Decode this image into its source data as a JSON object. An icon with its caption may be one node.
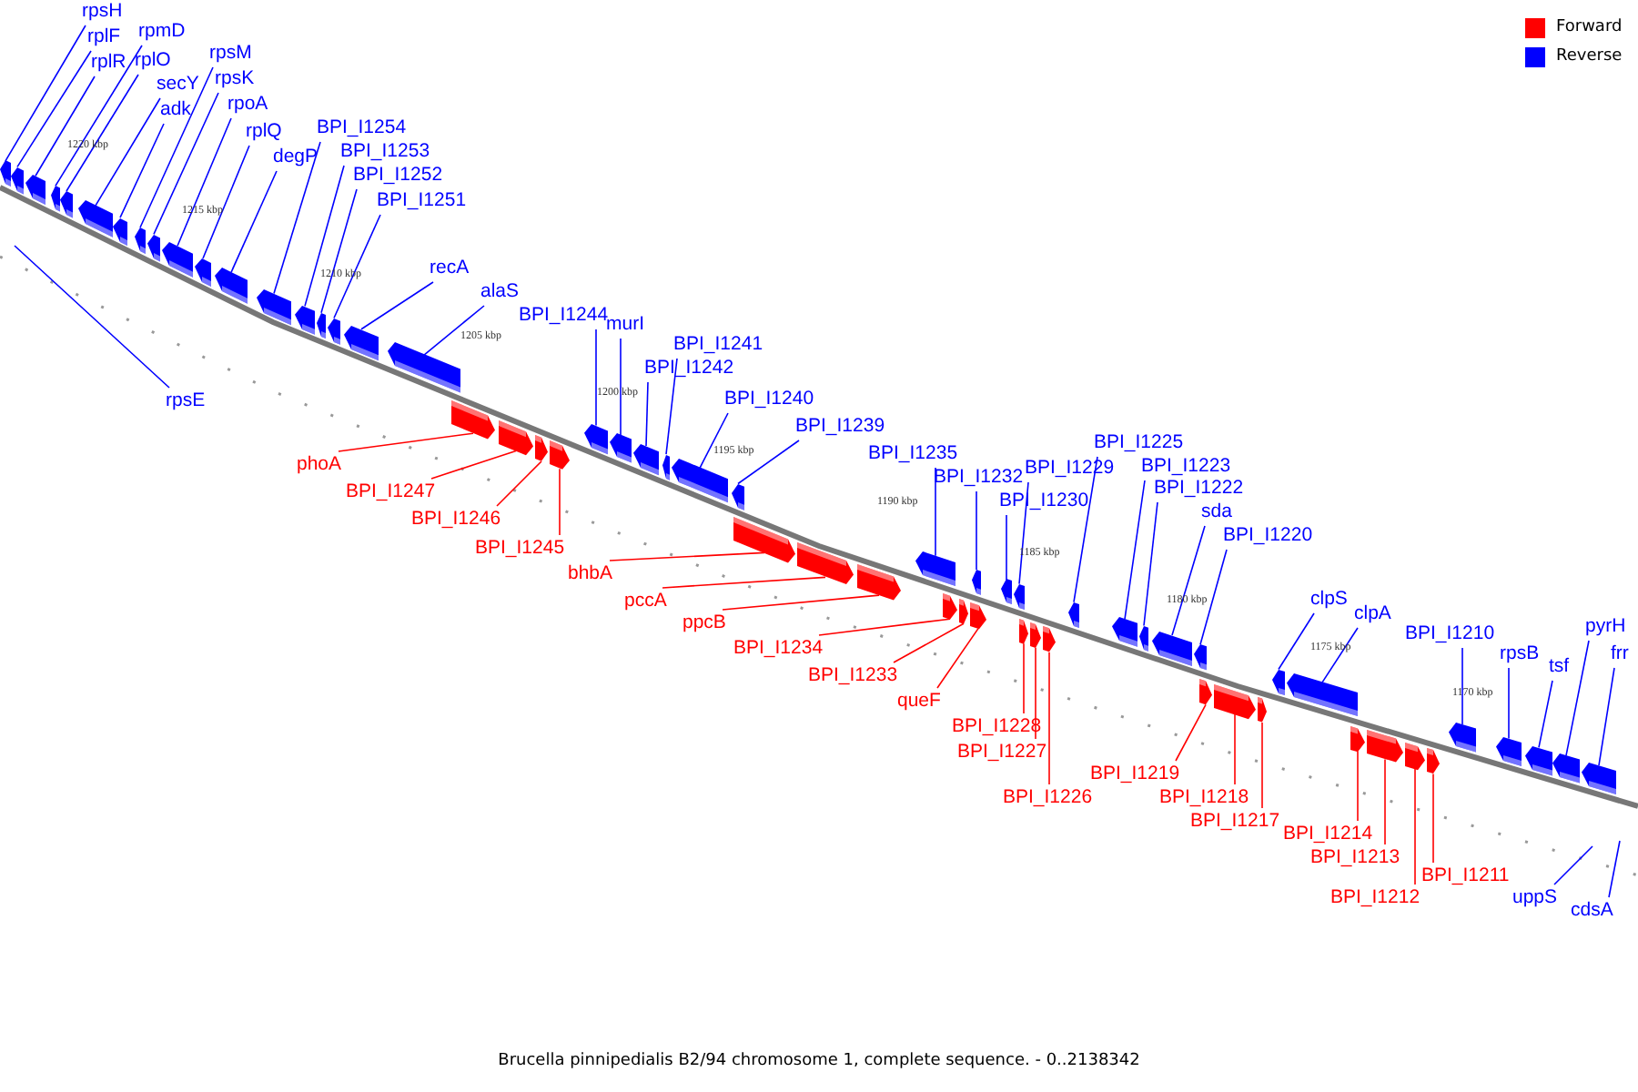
{
  "diagram": {
    "caption": "Brucella pinnipedialis B2/94 chromosome 1, complete sequence. - 0..2138342",
    "nodes": [
      {
        "text": [
          "rpsH"
        ]
      },
      {
        "text": [
          "rplF"
        ]
      },
      {
        "text": [
          "rplR"
        ]
      },
      {
        "text": [
          "rpmD"
        ]
      },
      {
        "text": [
          "rplO"
        ]
      },
      {
        "text": [
          "secY"
        ]
      },
      {
        "text": [
          "adk"
        ]
      },
      {
        "text": [
          "rpsM"
        ]
      },
      {
        "text": [
          "rpsK"
        ]
      },
      {
        "text": [
          "rpoA"
        ]
      },
      {
        "text": [
          "rplQ"
        ]
      },
      {
        "text": [
          "degP"
        ]
      },
      {
        "text": [
          "BPI_I1254"
        ]
      },
      {
        "text": [
          "BPI_I1253"
        ]
      },
      {
        "text": [
          "BPI_I1252"
        ]
      },
      {
        "text": [
          "BPI_I1251"
        ]
      },
      {
        "text": [
          "recA"
        ]
      },
      {
        "text": [
          "alaS"
        ]
      },
      {
        "text": [
          "rpsE"
        ]
      },
      {
        "text": [
          "BPI_I1244"
        ]
      },
      {
        "text": [
          "murI"
        ]
      },
      {
        "text": [
          "BPI_I1242"
        ]
      },
      {
        "text": [
          "BPI_I1241"
        ]
      },
      {
        "text": [
          "BPI_I1240"
        ]
      },
      {
        "text": [
          "BPI_I1239"
        ]
      },
      {
        "text": [
          "BPI_I1235"
        ]
      },
      {
        "text": [
          "BPI_I1232"
        ]
      },
      {
        "text": [
          "BPI_I1229"
        ]
      },
      {
        "text": [
          "BPI_I1230"
        ]
      },
      {
        "text": [
          "BPI_I1225"
        ]
      },
      {
        "text": [
          "BPI_I1223"
        ]
      },
      {
        "text": [
          "BPI_I1222"
        ]
      },
      {
        "text": [
          "sda"
        ]
      },
      {
        "text": [
          "BPI_I1220"
        ]
      },
      {
        "text": [
          "clpS"
        ]
      },
      {
        "text": [
          "clpA"
        ]
      },
      {
        "text": [
          "BPI_I1210"
        ]
      },
      {
        "text": [
          "rpsB"
        ]
      },
      {
        "text": [
          "tsf"
        ]
      },
      {
        "text": [
          "pyrH"
        ]
      },
      {
        "text": [
          "frr"
        ]
      },
      {
        "text": [
          "uppS"
        ]
      },
      {
        "text": [
          "cdsA"
        ]
      },
      {
        "text": [
          "phoA"
        ]
      },
      {
        "text": [
          "BPI_I1247"
        ]
      },
      {
        "text": [
          "BPI_I1246"
        ]
      },
      {
        "text": [
          "BPI_I1245"
        ]
      },
      {
        "text": [
          "bhbA"
        ]
      },
      {
        "text": [
          "pccA"
        ]
      },
      {
        "text": [
          "ppcB"
        ]
      },
      {
        "text": [
          "BPI_I1234"
        ]
      },
      {
        "text": [
          "BPI_I1233"
        ]
      },
      {
        "text": [
          "queF"
        ]
      },
      {
        "text": [
          "BPI_I1228"
        ]
      },
      {
        "text": [
          "BPI_I1227"
        ]
      },
      {
        "text": [
          "BPI_I1226"
        ]
      },
      {
        "text": [
          "BPI_I1219"
        ]
      },
      {
        "text": [
          "BPI_I1218"
        ]
      },
      {
        "text": [
          "BPI_I1217"
        ]
      },
      {
        "text": [
          "BPI_I1214"
        ]
      },
      {
        "text": [
          "BPI_I1213"
        ]
      },
      {
        "text": [
          "BPI_I1212"
        ]
      },
      {
        "text": [
          "BPI_I1211"
        ]
      },
      {
        "text": [],
        "shape": "box"
      },
      {
        "text": [],
        "shape": "box"
      },
      {
        "text": [],
        "shape": "box"
      },
      {
        "text": [],
        "shape": "box"
      },
      {
        "text": [],
        "shape": "box"
      },
      {
        "text": [],
        "shape": "box"
      },
      {
        "text": [],
        "shape": "box"
      },
      {
        "text": [],
        "shape": "box"
      },
      {
        "text": [],
        "shape": "box"
      },
      {
        "text": [],
        "shape": "box"
      },
      {
        "text": [],
        "shape": "box"
      },
      {
        "text": [],
        "shape": "box"
      },
      {
        "text": [],
        "shape": "box"
      },
      {
        "text": [],
        "shape": "box"
      },
      {
        "text": [],
        "shape": "box"
      },
      {
        "text": [],
        "shape": "box"
      },
      {
        "text": [],
        "shape": "box"
      },
      {
        "text": [],
        "shape": "box"
      },
      {
        "text": [],
        "shape": "box"
      },
      {
        "text": [],
        "shape": "box"
      },
      {
        "text": [],
        "shape": "box"
      },
      {
        "text": [],
        "shape": "box"
      },
      {
        "text": [],
        "shape": "box"
      },
      {
        "text": [],
        "shape": "box"
      },
      {
        "text": [],
        "shape": "box"
      },
      {
        "text": [],
        "shape": "box"
      },
      {
        "text": [],
        "shape": "box"
      },
      {
        "text": [],
        "shape": "box"
      },
      {
        "text": [],
        "shape": "box"
      },
      {
        "text": [],
        "shape": "box"
      },
      {
        "text": [],
        "shape": "box"
      },
      {
        "text": [],
        "shape": "box"
      },
      {
        "text": [],
        "shape": "box"
      },
      {
        "text": [],
        "shape": "box"
      },
      {
        "text": [],
        "shape": "box"
      },
      {
        "text": [],
        "shape": "box"
      },
      {
        "text": [],
        "shape": "box"
      },
      {
        "text": [],
        "shape": "box"
      },
      {
        "text": [],
        "shape": "box"
      },
      {
        "text": [],
        "shape": "box"
      },
      {
        "text": [],
        "shape": "box"
      },
      {
        "text": [],
        "shape": "box"
      },
      {
        "text": [],
        "shape": "box"
      },
      {
        "text": [],
        "shape": "box"
      },
      {
        "text": [],
        "shape": "box"
      },
      {
        "text": [],
        "shape": "box"
      },
      {
        "text": [],
        "shape": "box"
      },
      {
        "text": [],
        "shape": "box"
      },
      {
        "text": [],
        "shape": "box"
      },
      {
        "text": [],
        "shape": "box"
      },
      {
        "text": [],
        "shape": "box"
      },
      {
        "text": [],
        "shape": "box"
      },
      {
        "text": [],
        "shape": "box"
      },
      {
        "text": [],
        "shape": "box"
      },
      {
        "text": [],
        "shape": "box"
      },
      {
        "text": [],
        "shape": "box"
      },
      {
        "text": [],
        "shape": "box"
      },
      {
        "text": [],
        "shape": "box"
      },
      {
        "text": [],
        "shape": "box"
      },
      {
        "text": [],
        "shape": "box"
      }
    ],
    "edges": [
      {
        "from": 0,
        "to": 63,
        "arrow": "none"
      },
      {
        "from": 1,
        "to": 64,
        "arrow": "none"
      },
      {
        "from": 2,
        "to": 65,
        "arrow": "none"
      },
      {
        "from": 3,
        "to": 66,
        "arrow": "none"
      },
      {
        "from": 4,
        "to": 67,
        "arrow": "none"
      },
      {
        "from": 5,
        "to": 68,
        "arrow": "none"
      },
      {
        "from": 6,
        "to": 69,
        "arrow": "none"
      },
      {
        "from": 7,
        "to": 70,
        "arrow": "none"
      },
      {
        "from": 8,
        "to": 71,
        "arrow": "none"
      },
      {
        "from": 9,
        "to": 72,
        "arrow": "none"
      },
      {
        "from": 10,
        "to": 73,
        "arrow": "none"
      },
      {
        "from": 11,
        "to": 74,
        "arrow": "none"
      },
      {
        "from": 12,
        "to": 75,
        "arrow": "none"
      },
      {
        "from": 13,
        "to": 76,
        "arrow": "none"
      },
      {
        "from": 14,
        "to": 77,
        "arrow": "none"
      },
      {
        "from": 15,
        "to": 78,
        "arrow": "none"
      },
      {
        "from": 16,
        "to": 79,
        "arrow": "none"
      },
      {
        "from": 17,
        "to": 80,
        "arrow": "none"
      },
      {
        "from": 18,
        "to": null,
        "arrow": "none"
      },
      {
        "from": 19,
        "to": 81,
        "arrow": "none"
      },
      {
        "from": 20,
        "to": 82,
        "arrow": "none"
      },
      {
        "from": 21,
        "to": 83,
        "arrow": "none"
      },
      {
        "from": 22,
        "to": 84,
        "arrow": "none"
      },
      {
        "from": 23,
        "to": 85,
        "arrow": "none"
      },
      {
        "from": 24,
        "to": 86,
        "arrow": "none"
      },
      {
        "from": 25,
        "to": 87,
        "arrow": "none"
      },
      {
        "from": 26,
        "to": 88,
        "arrow": "none"
      },
      {
        "from": 27,
        "to": 89,
        "arrow": "none"
      },
      {
        "from": 28,
        "to": 90,
        "arrow": "none"
      },
      {
        "from": 29,
        "to": 91,
        "arrow": "none"
      },
      {
        "from": 30,
        "to": 92,
        "arrow": "none"
      },
      {
        "from": 31,
        "to": 93,
        "arrow": "none"
      },
      {
        "from": 32,
        "to": 94,
        "arrow": "none"
      },
      {
        "from": 33,
        "to": 95,
        "arrow": "none"
      },
      {
        "from": 34,
        "to": 96,
        "arrow": "none"
      },
      {
        "from": 35,
        "to": 97,
        "arrow": "none"
      },
      {
        "from": 36,
        "to": 98,
        "arrow": "none"
      },
      {
        "from": 37,
        "to": 99,
        "arrow": "none"
      },
      {
        "from": 38,
        "to": 100,
        "arrow": "none"
      },
      {
        "from": 39,
        "to": 101,
        "arrow": "none"
      },
      {
        "from": 40,
        "to": 102,
        "arrow": "none"
      },
      {
        "from": 41,
        "to": null,
        "arrow": "none"
      },
      {
        "from": 42,
        "to": null,
        "arrow": "none"
      },
      {
        "from": 43,
        "to": 103,
        "arrow": "none",
        "color": "#ff0000"
      },
      {
        "from": 44,
        "to": 104,
        "arrow": "none",
        "color": "#ff0000"
      },
      {
        "from": 45,
        "to": 105,
        "arrow": "none",
        "color": "#ff0000"
      },
      {
        "from": 46,
        "to": 106,
        "arrow": "none",
        "color": "#ff0000"
      },
      {
        "from": 47,
        "to": 107,
        "arrow": "none",
        "color": "#ff0000"
      },
      {
        "from": 48,
        "to": 108,
        "arrow": "none",
        "color": "#ff0000"
      },
      {
        "from": 49,
        "to": 109,
        "arrow": "none",
        "color": "#ff0000"
      },
      {
        "from": 50,
        "to": 110,
        "arrow": "none",
        "color": "#ff0000"
      },
      {
        "from": 51,
        "to": 111,
        "arrow": "none",
        "color": "#ff0000"
      },
      {
        "from": 52,
        "to": 112,
        "arrow": "none",
        "color": "#ff0000"
      },
      {
        "from": 53,
        "to": 113,
        "arrow": "none",
        "color": "#ff0000"
      },
      {
        "from": 54,
        "to": 114,
        "arrow": "none",
        "color": "#ff0000"
      },
      {
        "from": 55,
        "to": 115,
        "arrow": "none",
        "color": "#ff0000"
      },
      {
        "from": 56,
        "to": 116,
        "arrow": "none",
        "color": "#ff0000"
      },
      {
        "from": 57,
        "to": 117,
        "arrow": "none",
        "color": "#ff0000"
      },
      {
        "from": 58,
        "to": 118,
        "arrow": "none",
        "color": "#ff0000"
      },
      {
        "from": 59,
        "to": 119,
        "arrow": "none",
        "color": "#ff0000"
      },
      {
        "from": 60,
        "to": 120,
        "arrow": "none",
        "color": "#ff0000"
      },
      {
        "from": 61,
        "to": 121,
        "arrow": "none",
        "color": "#ff0000"
      },
      {
        "from": 62,
        "to": 122,
        "arrow": "none",
        "color": "#ff0000"
      }
    ],
    "labels": [
      "1220 kbp",
      "1215 kbp",
      "1210 kbp",
      "1205 kbp",
      "1200 kbp",
      "1195 kbp",
      "1190 kbp",
      "1185 kbp",
      "1180 kbp",
      "1175 kbp",
      "1170 kbp"
    ],
    "legend": [
      {
        "text": "Forward",
        "color": "#ff0000"
      },
      {
        "text": "Reverse",
        "color": "#0000ff"
      }
    ]
  }
}
